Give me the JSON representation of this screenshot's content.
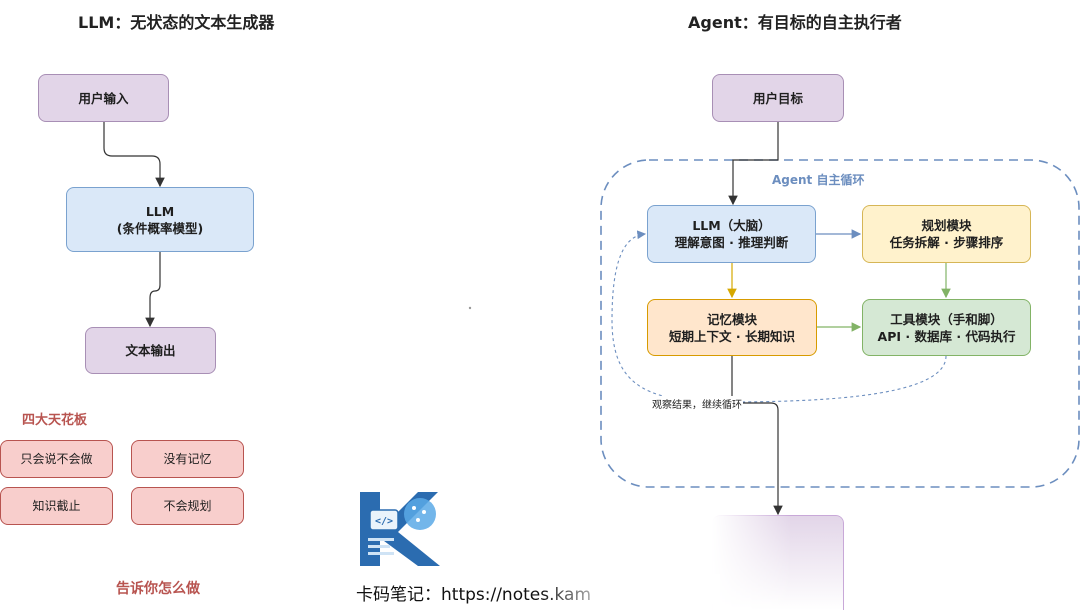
{
  "llm_section": {
    "title": "LLM：无状态的文本生成器",
    "input_node": "用户输入",
    "model_node_line1": "LLM",
    "model_node_line2": "(条件概率模型)",
    "output_node": "文本输出",
    "ceilings_title": "四大天花板",
    "ceilings": [
      "只会说不会做",
      "没有记忆",
      "知识截止",
      "不会规划"
    ],
    "bottom_note": "告诉你怎么做"
  },
  "agent_section": {
    "title": "Agent：有目标的自主执行者",
    "goal_node": "用户目标",
    "loop_label": "Agent 自主循环",
    "brain_line1": "LLM（大脑）",
    "brain_line2": "理解意图 · 推理判断",
    "planning_line1": "规划模块",
    "planning_line2": "任务拆解 · 步骤排序",
    "memory_line1": "记忆模块",
    "memory_line2": "短期上下文 · 长期知识",
    "tools_line1": "工具模块（手和脚）",
    "tools_line2": "API · 数据库 · 代码执行",
    "observe_label": "观察结果，继续循环"
  },
  "watermark": {
    "text": "卡码笔记：https://notes.kam"
  },
  "colors": {
    "purple": "#e2d5e8",
    "blue": "#dae8f8",
    "yellow": "#fff2cc",
    "orange": "#ffe6cc",
    "green": "#d5e8d4",
    "red": "#f8cecc",
    "loop_border": "#6c8ebf"
  }
}
